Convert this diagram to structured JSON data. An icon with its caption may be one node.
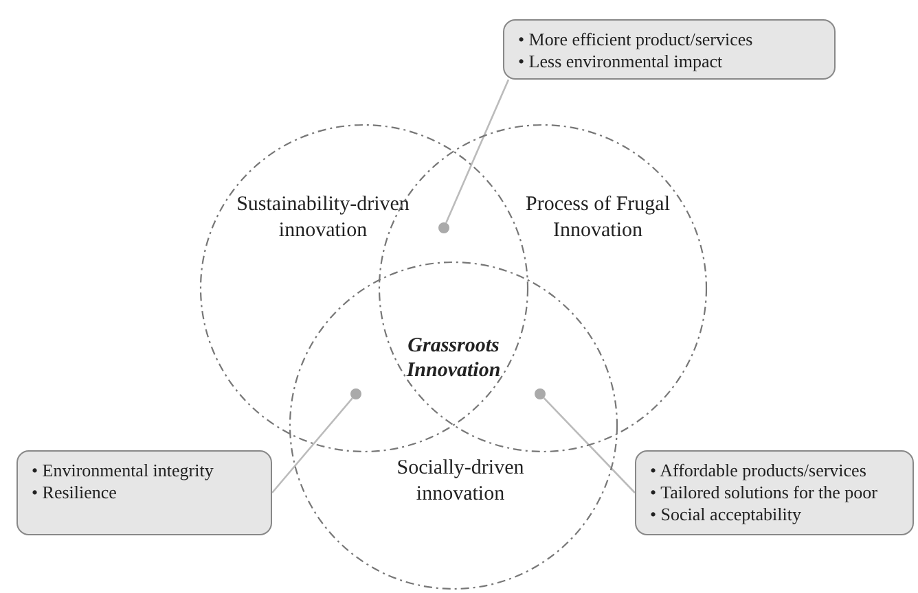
{
  "diagram": {
    "nodes": [
      {
        "text": [
          "Sustainability-driven innovation"
        ]
      },
      {
        "text": [
          "Process of Frugal Innovation"
        ]
      },
      {
        "text": [
          "Socially-driven innovation"
        ]
      },
      {
        "text": [
          "• More efficient product/services",
          "• Less environmental impact"
        ]
      },
      {
        "text": [
          "• Environmental integrity",
          "• Resilience"
        ]
      },
      {
        "text": [
          "• Affordable products/services",
          "• Tailored solutions for the poor",
          "• Social acceptability"
        ]
      },
      {
        "text": [],
        "shape": "circle"
      },
      {
        "text": [],
        "shape": "circle"
      },
      {
        "text": [],
        "shape": "circle"
      }
    ],
    "edges": [
      {
        "from": 3,
        "to": 6,
        "arrow": "none"
      },
      {
        "from": 4,
        "to": 7,
        "arrow": "none"
      },
      {
        "from": 5,
        "to": 8,
        "arrow": "none"
      }
    ],
    "labels": [
      "Grassroots Innovation"
    ]
  }
}
